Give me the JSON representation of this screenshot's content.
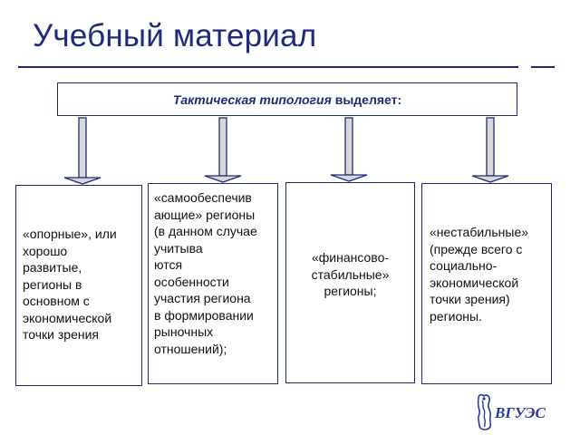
{
  "title": "Учебный материал",
  "header": {
    "italic_part": "Тактическая типология",
    "rest": " выделяет:"
  },
  "boxes": [
    {
      "text": "«опорные», или\nхорошо\nразвитые,\nрегионы в\nосновном с\nэкономической\nточки зрения"
    },
    {
      "text": "«самообеспечив\nающие» регионы\n(в данном случае\nучитыва\nются\nособенности\nучастия региона\nв формировании\nрыночных\nотношений);"
    },
    {
      "text": "«финансово-\nстабильные»\nрегионы;"
    },
    {
      "text": "«нестабильные»\n(прежде всего с\nсоциально-\nэкономической\nточки зрения)\nрегионы."
    }
  ],
  "logo": {
    "text": "ВГУЭС"
  },
  "colors": {
    "accent": "#1f2b7a",
    "arrow_fill": "#d8d8d8"
  }
}
